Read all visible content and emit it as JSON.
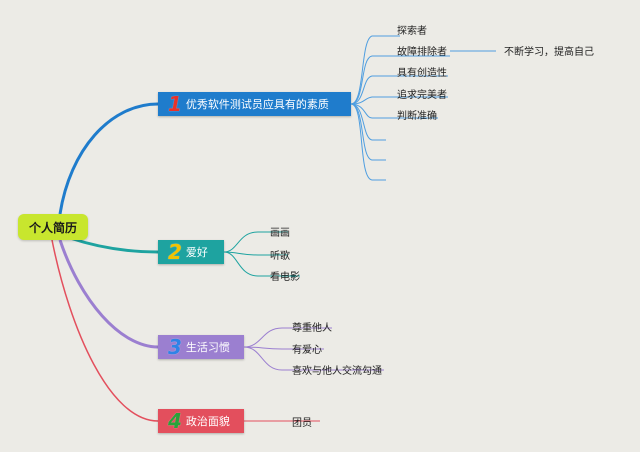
{
  "colors": {
    "background": "#ecebe6",
    "root": "#c8e62e",
    "branch1": "#1f7ccc",
    "branch2": "#1ea3a0",
    "branch3": "#9b7fd0",
    "branch4": "#e34f5d",
    "num1": "#e8322a",
    "num2": "#f2c200",
    "num3": "#2f83e6",
    "num4": "#2aa23a"
  },
  "root": {
    "label": "个人简历"
  },
  "branches": [
    {
      "num": "1",
      "label": "优秀软件测试员应具有的素质",
      "leaves": [
        "探索者",
        "故障排除者",
        "具有创造性",
        "追求完美者",
        "判断准确"
      ],
      "sub_leaf": "不断学习，提高自己"
    },
    {
      "num": "2",
      "label": "爱好",
      "leaves": [
        "画画",
        "听歌",
        "看电影"
      ]
    },
    {
      "num": "3",
      "label": "生活习惯",
      "leaves": [
        "尊重他人",
        "有爱心",
        "喜欢与他人交流勾通"
      ]
    },
    {
      "num": "4",
      "label": "政治面貌",
      "leaves": [
        "团员"
      ]
    }
  ]
}
